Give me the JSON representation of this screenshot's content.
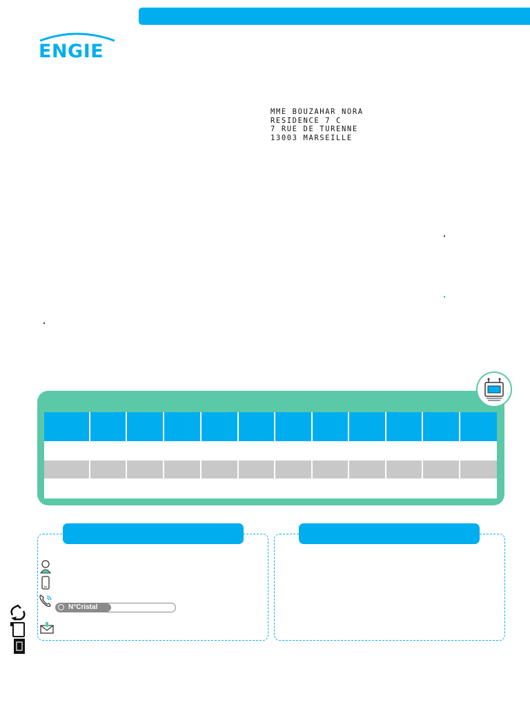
{
  "header": {
    "brand": "ENGIE",
    "logo": "engie-logo"
  },
  "recipient": {
    "lines": [
      "MME BOUZAHAR NORA",
      "RESIDENCE 7 C",
      "7 RUE DE TURENNE",
      "13003 MARSEILLE"
    ]
  },
  "consumption_panel": {
    "icon": "meter-icon",
    "columns": 12
  },
  "contact_box": {
    "icons": [
      "person-icon",
      "mobile-phone-icon",
      "phone-icon",
      "mail-icon"
    ],
    "cristal_label": "N°Cristal"
  },
  "side_icons": [
    "recycle-icon",
    "paper-icon",
    "trash-bin-icon"
  ],
  "colors": {
    "brand_blue": "#00aeef",
    "panel_green": "#5bc8a7",
    "grey_cell": "#c8c8c8"
  }
}
